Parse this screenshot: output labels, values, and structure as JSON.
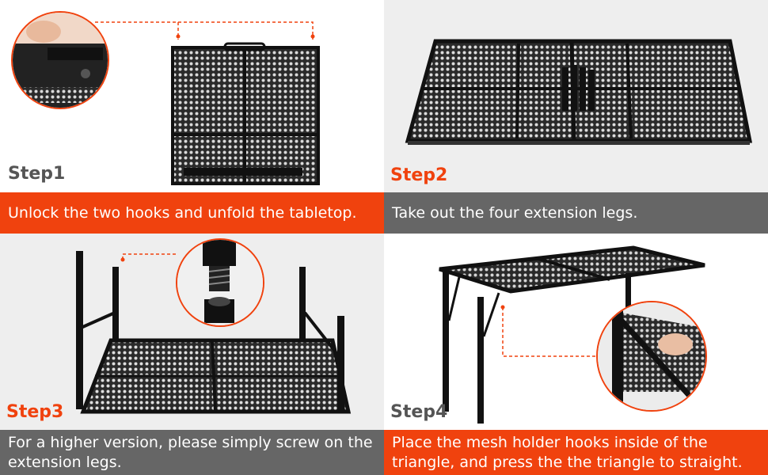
{
  "steps": [
    {
      "label": "Step1",
      "text": "Unlock the two hooks and unfold the tabletop."
    },
    {
      "label": "Step2",
      "text": "Take out the four extension legs."
    },
    {
      "label": "Step3",
      "text": "For a higher version, please simply screw on the extension legs."
    },
    {
      "label": "Step4",
      "text": "Place the mesh holder hooks inside of the triangle, and press the the triangle to straight."
    }
  ],
  "colors": {
    "accent": "#f0420e",
    "grey_bar": "#666666",
    "panel_grey": "#eeeeee"
  }
}
